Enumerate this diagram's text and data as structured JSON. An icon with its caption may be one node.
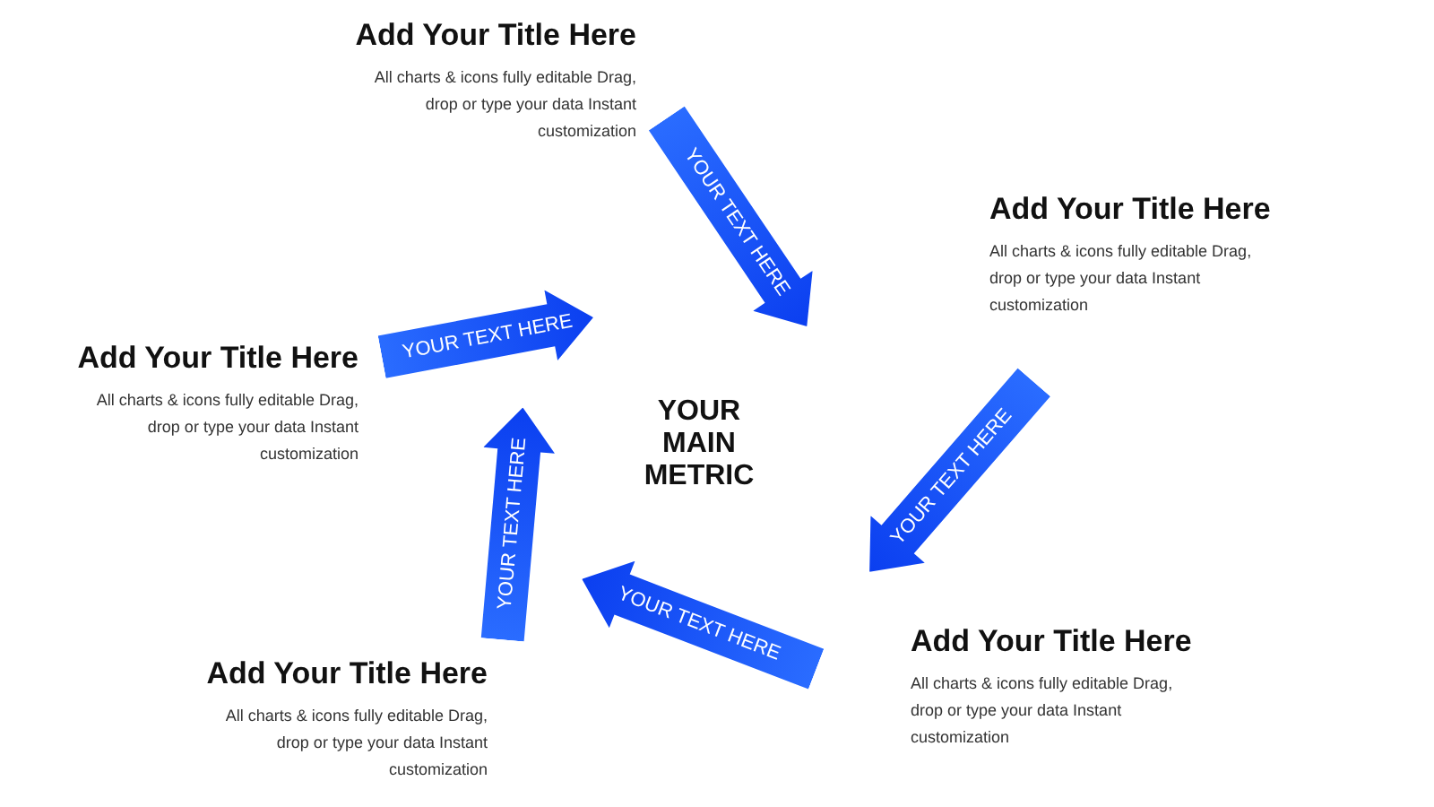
{
  "diagram": {
    "nodes": [
      {
        "text": [
          "YOUR MAIN METRIC"
        ]
      },
      {
        "text": [
          "YOUR TEXT HERE"
        ]
      },
      {
        "text": [
          "YOUR TEXT HERE"
        ]
      },
      {
        "text": [
          "YOUR TEXT HERE"
        ]
      },
      {
        "text": [
          "YOUR TEXT HERE"
        ]
      },
      {
        "text": [
          "YOUR TEXT HERE"
        ]
      }
    ],
    "labels": [
      "Add Your Title Here",
      "All charts & icons fully editable Drag, drop or type your data Instant customization",
      "Add Your Title Here",
      "All charts & icons fully editable Drag, drop or type your data Instant customization",
      "Add Your Title Here",
      "All charts & icons fully editable Drag, drop or type your data Instant customization",
      "Add Your Title Here",
      "All charts & icons fully editable Drag, drop or type your data Instant customization",
      "Add Your Title Here",
      "All charts & icons fully editable Drag, drop or type your data Instant customization"
    ]
  }
}
